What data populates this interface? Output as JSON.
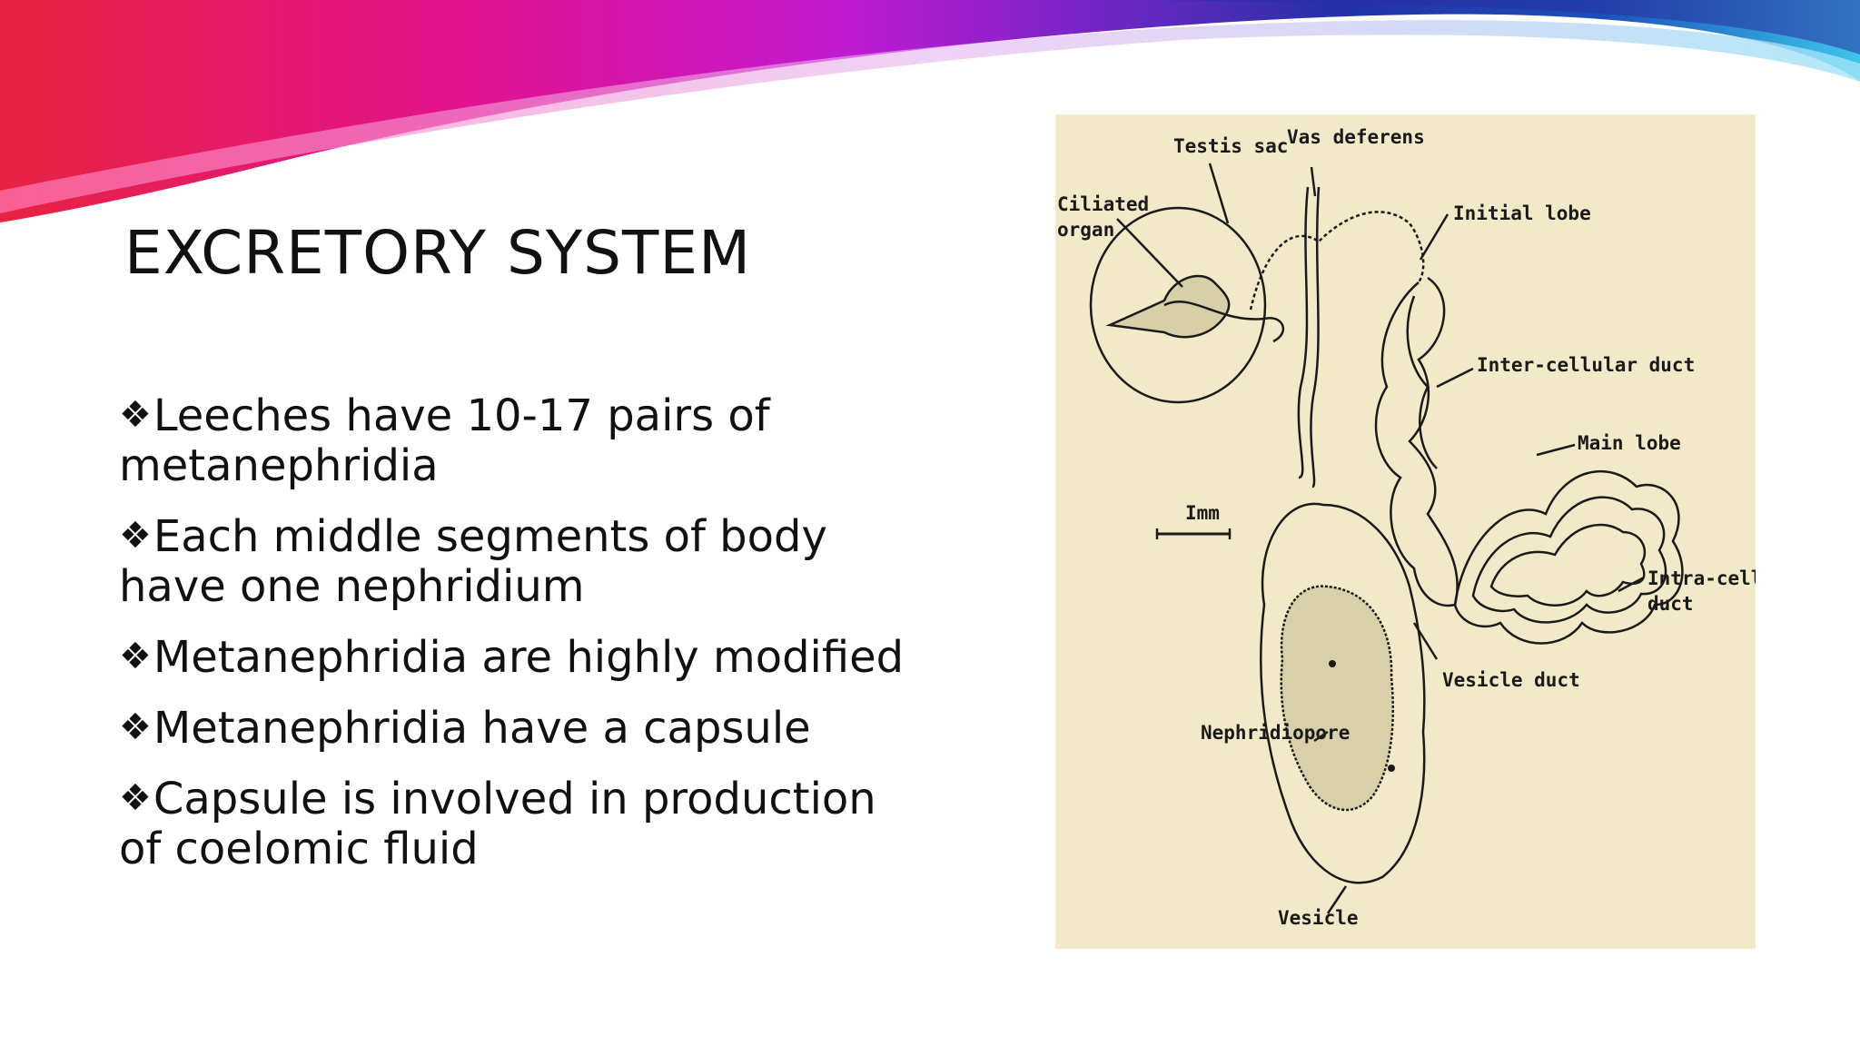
{
  "slide": {
    "title": "EXCRETORY SYSTEM",
    "bullet_symbol": "❖",
    "bullets": [
      "Leeches have 10-17 pairs of metanephridia",
      "Each middle segments of body have one nephridium",
      "Metanephridia are highly modified",
      "Metanephridia have a capsule",
      "Capsule is involved in production of coelomic fluid"
    ]
  },
  "figure": {
    "labels": {
      "testis_sac": "Testis sac",
      "vas_deferens": "Vas deferens",
      "ciliated_organ_1": "Ciliated",
      "ciliated_organ_2": "organ",
      "initial_lobe": "Initial lobe",
      "inter_cellular_duct": "Inter-cellular duct",
      "main_lobe": "Main lobe",
      "intra_cellular_1": "Intra-cellulo",
      "intra_cellular_2": "duct",
      "scale": "Imm",
      "vesicle_duct": "Vesicle duct",
      "nephridiopore": "Nephridiopore",
      "vesicle": "Vesicle"
    }
  },
  "colors": {
    "figure_background": "#f1e9c7",
    "swoosh_magenta": "#e2128f",
    "swoosh_red": "#e8233f",
    "swoosh_purple": "#9b1fc6",
    "swoosh_blue": "#1e2fa8",
    "swoosh_cyan": "#3cc5ea"
  }
}
